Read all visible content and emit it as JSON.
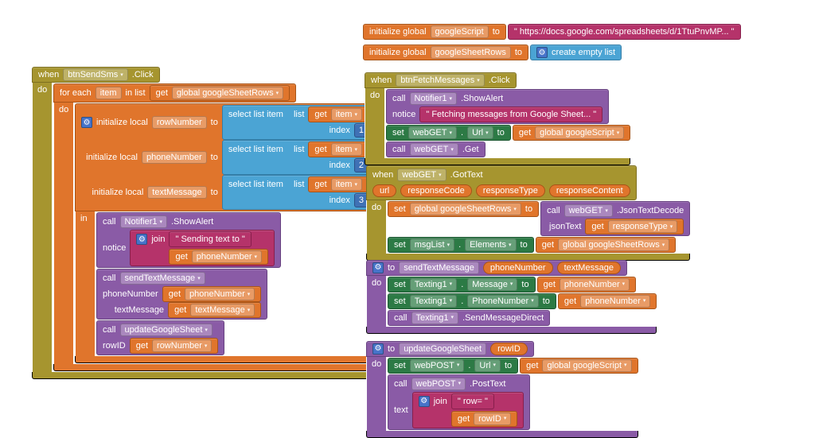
{
  "kw": {
    "when": "when",
    "do": "do",
    "in": "in",
    "to": "to",
    "call": "call",
    "set": "set",
    "get": "get",
    "dot": ".",
    "index": "index",
    "list": "list",
    "init_global": "initialize global",
    "init_local": "initialize local",
    "for_each": "for each",
    "in_list": "in list",
    "select_list_item": "select list item",
    "join": "join",
    "create_empty_list": "create empty list"
  },
  "globals": {
    "script": {
      "name": "googleScript",
      "value": "\" https://docs.google.com/spreadsheets/d/1TtuPnvMP... \""
    },
    "rows": {
      "name": "googleSheetRows"
    }
  },
  "when_send": {
    "component": "btnSendSms",
    "event": ".Click",
    "loop_var": "item",
    "list_ref": "global googleSheetRows",
    "locals": [
      {
        "name": "rowNumber",
        "item_ref": "item",
        "idx": "1"
      },
      {
        "name": "phoneNumber",
        "item_ref": "item",
        "idx": "2"
      },
      {
        "name": "textMessage",
        "item_ref": "item",
        "idx": "3"
      }
    ],
    "alert": {
      "component": "Notifier1",
      "method": ".ShowAlert",
      "arg_label": "notice",
      "str": "\" Sending text to \"",
      "arg_ref": "phoneNumber"
    },
    "call_send": {
      "name": "sendTextMessage",
      "a1_label": "phoneNumber",
      "a1_ref": "phoneNumber",
      "a2_label": "textMessage",
      "a2_ref": "textMessage"
    },
    "call_update": {
      "name": "updateGoogleSheet",
      "a1_label": "rowID",
      "a1_ref": "rowNumber"
    }
  },
  "when_fetch": {
    "component": "btnFetchMessages",
    "event": ".Click",
    "alert": {
      "component": "Notifier1",
      "method": ".ShowAlert",
      "arg_label": "notice",
      "str": "\" Fetching messages from Google Sheet... \""
    },
    "set_url": {
      "component": "webGET",
      "prop": "Url",
      "ref": "global googleScript"
    },
    "call_get": {
      "component": "webGET",
      "method": ".Get"
    }
  },
  "when_gottext": {
    "component": "webGET",
    "event": ".GotText",
    "params": [
      "url",
      "responseCode",
      "responseType",
      "responseContent"
    ],
    "set_rows": {
      "var": "global googleSheetRows",
      "component": "webGET",
      "method": ".JsonTextDecode",
      "arg_label": "jsonText",
      "arg_ref": "responseType"
    },
    "set_elements": {
      "component": "msgList",
      "prop": "Elements",
      "ref": "global googleSheetRows"
    }
  },
  "proc_send": {
    "name": "sendTextMessage",
    "params": [
      "phoneNumber",
      "textMessage"
    ],
    "set_message": {
      "component": "Texting1",
      "prop": "Message",
      "ref": "phoneNumber"
    },
    "set_phone": {
      "component": "Texting1",
      "prop": "PhoneNumber",
      "ref": "phoneNumber"
    },
    "call_direct": {
      "component": "Texting1",
      "method": ".SendMessageDirect"
    }
  },
  "proc_update": {
    "name": "updateGoogleSheet",
    "params": [
      "rowID"
    ],
    "set_url": {
      "component": "webPOST",
      "prop": "Url",
      "ref": "global googleScript"
    },
    "call_post": {
      "component": "webPOST",
      "method": ".PostText",
      "arg_label": "text",
      "str": "\" row= \"",
      "arg_ref": "rowID"
    }
  },
  "colors": {
    "event_gold": "#A6952F",
    "variables_orange": "#E0752C",
    "lists_blue": "#4BA4D4",
    "math_blue": "#3F71B5",
    "text_pink": "#B5336A",
    "component_green": "#2C7A45",
    "procedure_purple": "#8A5BA6"
  }
}
